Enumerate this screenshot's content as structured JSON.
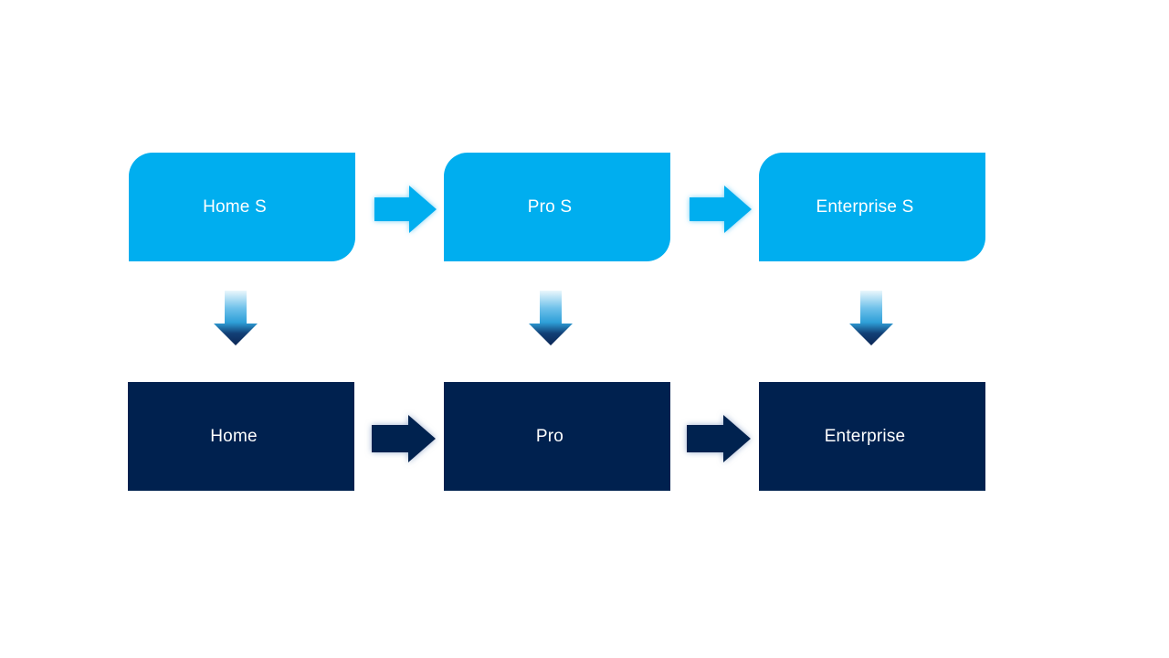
{
  "diagram": {
    "type": "process-flow",
    "rows": 2,
    "columns": 3,
    "top_row": {
      "style": "light-rounded-diagonal",
      "items": [
        {
          "label": "Home S"
        },
        {
          "label": "Pro S"
        },
        {
          "label": "Enterprise S"
        }
      ]
    },
    "bottom_row": {
      "style": "dark-rectangle",
      "items": [
        {
          "label": "Home"
        },
        {
          "label": "Pro"
        },
        {
          "label": "Enterprise"
        }
      ]
    },
    "connectors": {
      "horizontal_top": "light-blue right arrows with glow",
      "horizontal_bottom": "navy right arrows with glow",
      "vertical": "gradient down arrows (white to navy)"
    }
  },
  "colors": {
    "background": "#FFFFFF",
    "accent_light": "#00AEEF",
    "accent_dark": "#00214F",
    "text": "#FFFFFF",
    "glow_light": "#6FCFF5",
    "glow_dark": "#8CA3C6",
    "gradient_top": "#EAF7FD",
    "gradient_mid": "#2E9FD8",
    "gradient_bottom": "#0C2655"
  }
}
